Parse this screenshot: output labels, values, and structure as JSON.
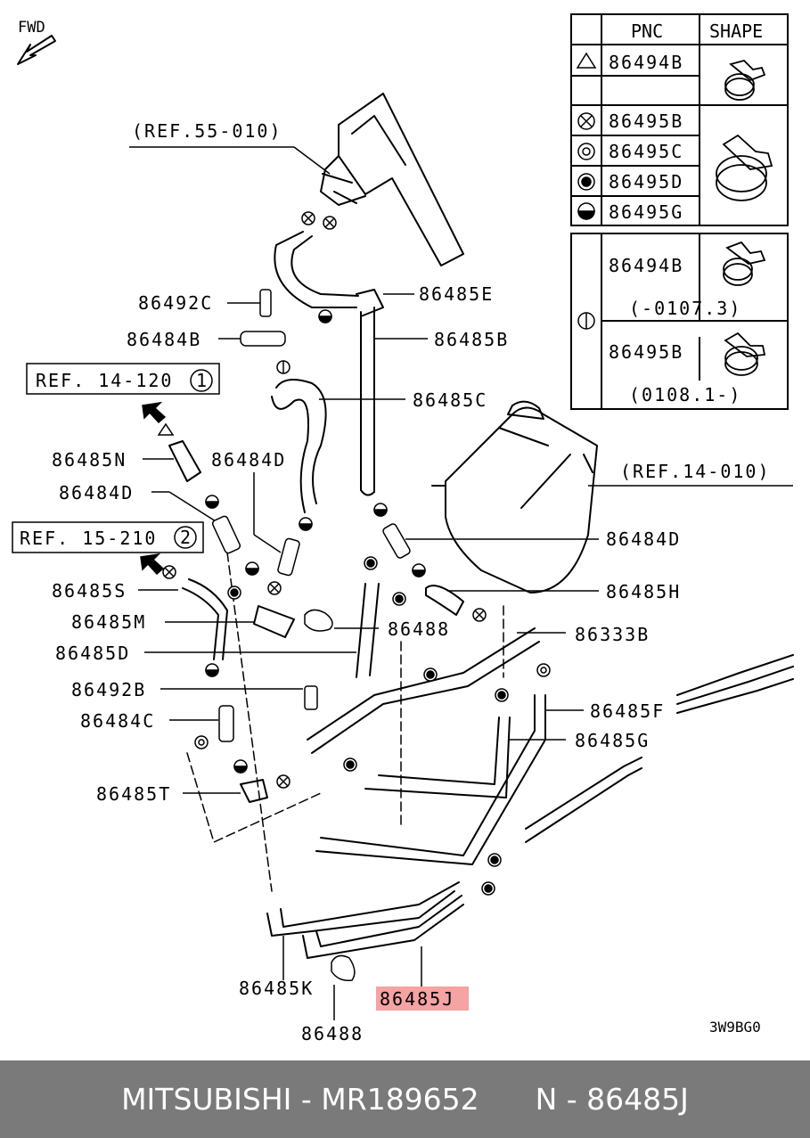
{
  "diagram": {
    "fwd": "FWD",
    "code": "3W9BG0",
    "refs": {
      "r55010": "(REF.55-010)",
      "r14120": "REF. 14-120",
      "r14120_num": "1",
      "r15210": "REF. 15-210",
      "r15210_num": "2",
      "r14010": "(REF.14-010)"
    },
    "parts": {
      "p86492C": "86492C",
      "p86484B": "86484B",
      "p86485E": "86485E",
      "p86485B": "86485B",
      "p86485C": "86485C",
      "p86485N": "86485N",
      "p86484D_a": "86484D",
      "p86484D_b": "86484D",
      "p86484D_c": "86484D",
      "p86485S": "86485S",
      "p86485M": "86485M",
      "p86485D": "86485D",
      "p86488_a": "86488",
      "p86485H": "86485H",
      "p86333B": "86333B",
      "p86492B": "86492B",
      "p86484C": "86484C",
      "p86485F": "86485F",
      "p86485G": "86485G",
      "p86485T": "86485T",
      "p86485K": "86485K",
      "p86485J": "86485J",
      "p86488_b": "86488"
    },
    "table": {
      "header_pnc": "PNC",
      "header_shape": "SHAPE",
      "rows": [
        "86494B",
        "86495B",
        "86495C",
        "86495D",
        "86495G"
      ],
      "alt_top": "86494B",
      "alt_top_range": "(-0107.3)",
      "alt_bottom": "86495B",
      "alt_bottom_range": "(0108.1-)"
    },
    "highlight_color": "#f5a3a3"
  },
  "footer": {
    "text": "MITSUBISHI - MR189652      N - 86485J"
  }
}
